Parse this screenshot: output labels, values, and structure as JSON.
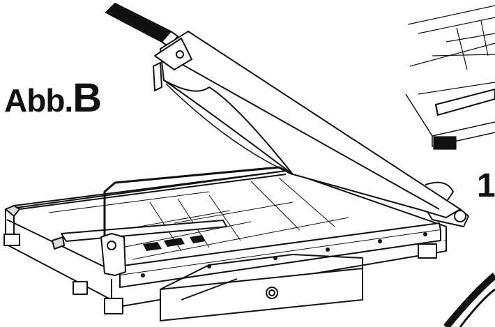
{
  "figure": {
    "label_prefix": "Abb.",
    "label_letter": "B",
    "callout_number": "1"
  },
  "colors": {
    "ink": "#111111",
    "paper": "#ffffff"
  }
}
